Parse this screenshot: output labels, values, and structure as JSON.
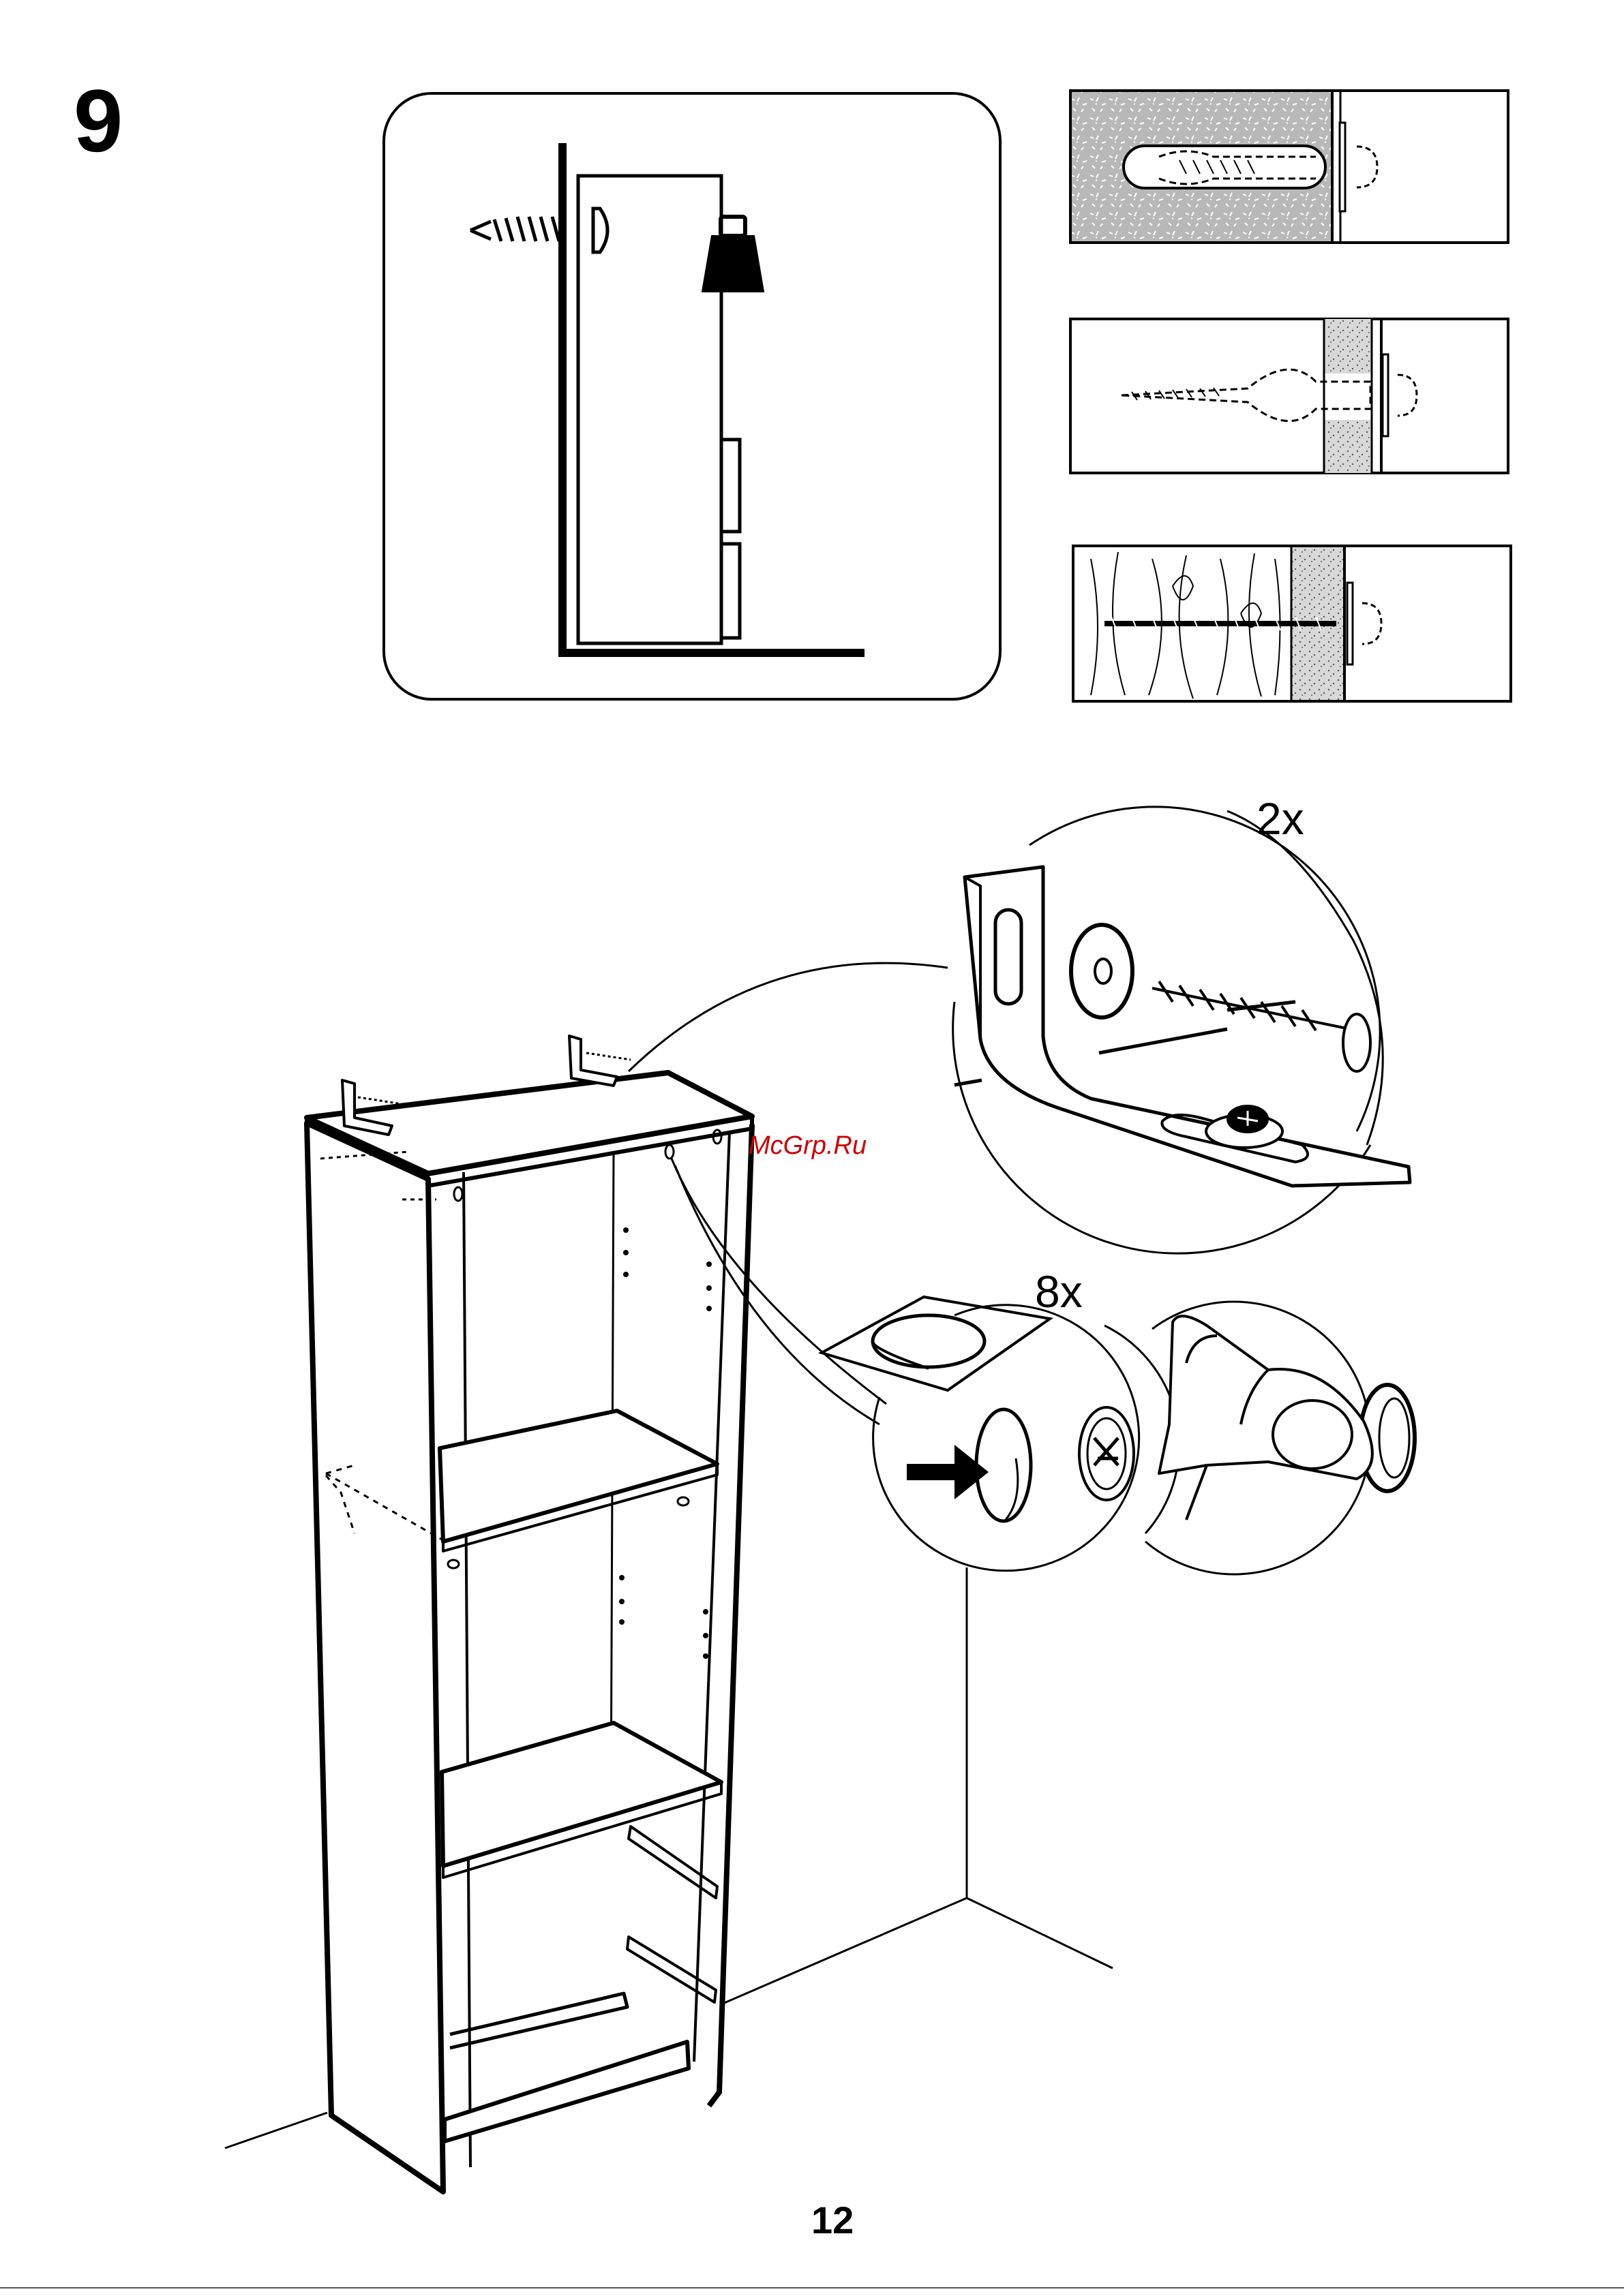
{
  "step": {
    "number": "9"
  },
  "callouts": {
    "bracket_count": "2x",
    "cap_count": "8x"
  },
  "watermark": {
    "text": "McGrp.Ru",
    "color": "#cc0000"
  },
  "footer": {
    "page_number": "12"
  },
  "palette": {
    "ink": "#000000",
    "paper": "#ffffff",
    "concrete": "#b8b8b8",
    "plaster": "#d8d8d8"
  },
  "icons": [
    "wall-safety-icon",
    "weight-icon",
    "screw-icon",
    "wall-plug-icon",
    "wall-bracket-icon",
    "cover-cap-icon",
    "thumb-icon",
    "arrow-right-icon",
    "bookcase-illustration"
  ]
}
